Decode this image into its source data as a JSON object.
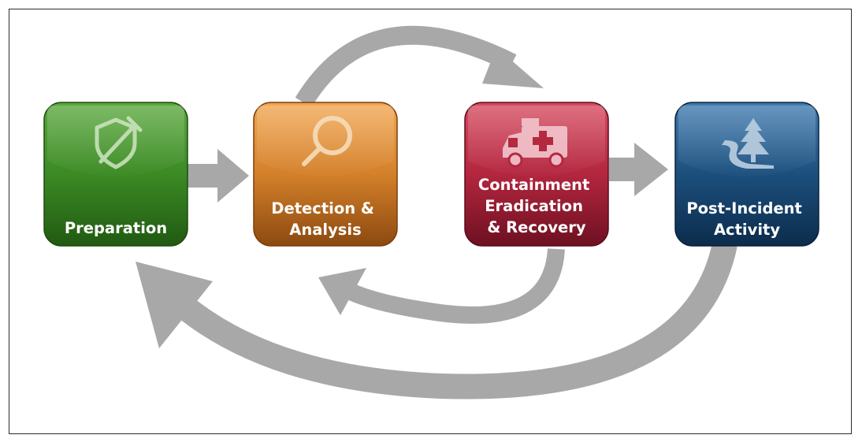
{
  "stages": [
    {
      "id": "preparation",
      "lines": [
        "Preparation"
      ],
      "icon": "shield-dropper-icon",
      "color": "#3b8a24"
    },
    {
      "id": "detection",
      "lines": [
        "Detection &",
        "Analysis"
      ],
      "icon": "magnifier-icon",
      "color": "#d4802a"
    },
    {
      "id": "containment",
      "lines": [
        "Containment",
        "Eradication",
        "& Recovery"
      ],
      "icon": "ambulance-icon",
      "color": "#b3263e"
    },
    {
      "id": "post-incident",
      "lines": [
        "Post-Incident",
        "Activity"
      ],
      "icon": "river-tree-icon",
      "color": "#1c4f7d"
    }
  ],
  "arrows": [
    {
      "from": "preparation",
      "to": "detection"
    },
    {
      "from": "containment",
      "to": "post-incident"
    },
    {
      "from": "detection",
      "to": "containment"
    },
    {
      "from": "containment",
      "to": "detection"
    },
    {
      "from": "post-incident",
      "to": "preparation"
    }
  ],
  "arrow_color": "#a8a8a8"
}
